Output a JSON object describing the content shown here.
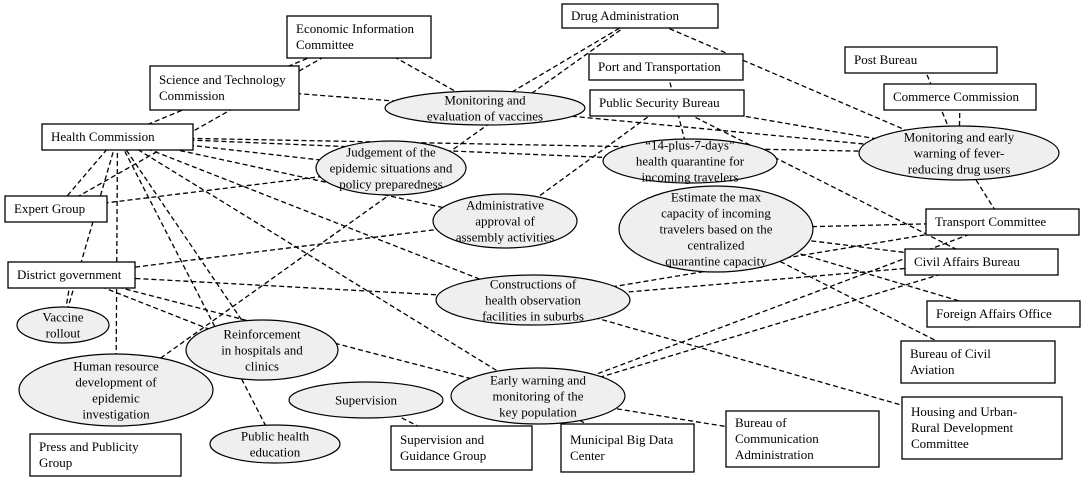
{
  "agencies": [
    {
      "id": "drug",
      "lines": [
        "Drug Administration"
      ]
    },
    {
      "id": "econ",
      "lines": [
        "Economic Information",
        "Committee"
      ]
    },
    {
      "id": "sci",
      "lines": [
        "Science and Technology",
        "Commission"
      ]
    },
    {
      "id": "port",
      "lines": [
        "Port and Transportation"
      ]
    },
    {
      "id": "post",
      "lines": [
        "Post Bureau"
      ]
    },
    {
      "id": "commerce",
      "lines": [
        "Commerce Commission"
      ]
    },
    {
      "id": "psb",
      "lines": [
        "Public Security Bureau"
      ]
    },
    {
      "id": "health",
      "lines": [
        "Health Commission"
      ]
    },
    {
      "id": "expert",
      "lines": [
        "Expert Group"
      ]
    },
    {
      "id": "district",
      "lines": [
        "District government"
      ]
    },
    {
      "id": "transport",
      "lines": [
        "Transport Committee"
      ]
    },
    {
      "id": "civil",
      "lines": [
        "Civil Affairs Bureau"
      ]
    },
    {
      "id": "foreign",
      "lines": [
        "Foreign Affairs Office"
      ]
    },
    {
      "id": "aviation",
      "lines": [
        "Bureau of Civil",
        "Aviation"
      ]
    },
    {
      "id": "housing",
      "lines": [
        "Housing and Urban-",
        "Rural Development",
        "Committee"
      ]
    },
    {
      "id": "comm",
      "lines": [
        "Bureau of",
        "Communication",
        "Administration"
      ]
    },
    {
      "id": "bigdata",
      "lines": [
        "Municipal Big Data",
        "Center"
      ]
    },
    {
      "id": "supgroup",
      "lines": [
        "Supervision and",
        "Guidance Group"
      ]
    },
    {
      "id": "press",
      "lines": [
        "Press and Publicity",
        "Group"
      ]
    }
  ],
  "tasks": [
    {
      "id": "vaccmon",
      "lines": [
        "Monitoring and",
        "evaluation of vaccines"
      ]
    },
    {
      "id": "fever",
      "lines": [
        "Monitoring and early",
        "warning of fever-",
        "reducing drug users"
      ]
    },
    {
      "id": "quar",
      "lines": [
        "“14-plus-7-days”",
        "health quarantine for",
        "incoming travelers"
      ]
    },
    {
      "id": "judge",
      "lines": [
        "Judgement of the",
        "epidemic situations and",
        "policy preparedness"
      ]
    },
    {
      "id": "assembly",
      "lines": [
        "Administrative",
        "approval of",
        "assembly activities"
      ]
    },
    {
      "id": "maxcap",
      "lines": [
        "Estimate the max",
        "capacity of incoming",
        "travelers based on the",
        "centralized",
        "quarantine capacity"
      ]
    },
    {
      "id": "construct",
      "lines": [
        "Constructions of",
        "health observation",
        "facilities in suburbs"
      ]
    },
    {
      "id": "rollout",
      "lines": [
        "Vaccine",
        "rollout"
      ]
    },
    {
      "id": "reinforce",
      "lines": [
        "Reinforcement",
        "in hospitals and",
        "clinics"
      ]
    },
    {
      "id": "hr",
      "lines": [
        "Human resource",
        "development of",
        "epidemic",
        "investigation"
      ]
    },
    {
      "id": "early",
      "lines": [
        "Early warning and",
        "monitoring of the",
        "key population"
      ]
    },
    {
      "id": "supervision",
      "lines": [
        "Supervision"
      ]
    },
    {
      "id": "publiced",
      "lines": [
        "Public health",
        "education"
      ]
    }
  ]
}
